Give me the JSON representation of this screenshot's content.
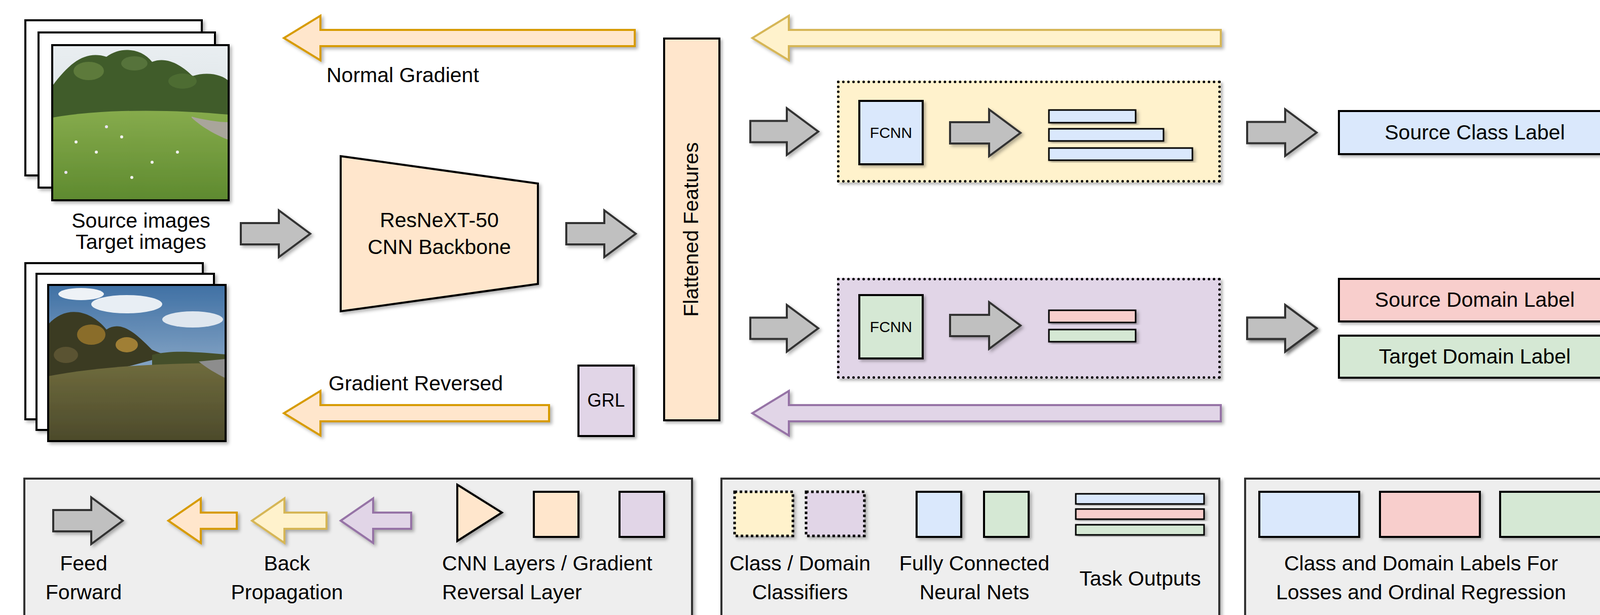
{
  "diagram": {
    "nodes": [
      {
        "text": [
          "Source images",
          "Target images"
        ]
      },
      {
        "text": [
          "ResNeXT-50 CNN Backbone"
        ]
      },
      {
        "text": [
          "GRL"
        ]
      },
      {
        "text": [
          "Flattened Features"
        ]
      },
      {
        "text": []
      },
      {
        "text": [
          "FCNN"
        ],
        "in": 4
      },
      {
        "text": []
      },
      {
        "text": [
          "FCNN"
        ],
        "in": 6
      },
      {
        "text": [
          "Source Class Label"
        ]
      },
      {
        "text": [
          "Source Domain Label"
        ]
      },
      {
        "text": [
          "Target Domain Label"
        ]
      }
    ],
    "edges": [
      {
        "from": 0,
        "to": 1,
        "arrow": "to"
      },
      {
        "from": 1,
        "to": 3,
        "arrow": "to"
      },
      {
        "from": 3,
        "to": 4,
        "arrow": "to"
      },
      {
        "from": 3,
        "to": 6,
        "arrow": "to"
      },
      {
        "from": 4,
        "to": 8,
        "arrow": "to"
      },
      {
        "from": 6,
        "to": 9,
        "arrow": "to"
      },
      {
        "from": 6,
        "to": 10,
        "arrow": "to"
      },
      {
        "from": 4,
        "to": 3,
        "arrow": "to"
      },
      {
        "from": 3,
        "to": 0,
        "label": "Normal Gradient",
        "arrow": "to"
      },
      {
        "from": 6,
        "to": 3,
        "arrow": "to"
      },
      {
        "from": 2,
        "to": 0,
        "label": "Gradient Reversed",
        "arrow": "to"
      }
    ],
    "legend": [
      {
        "text": "Feed Forward"
      },
      {
        "text": "Back Propagation"
      },
      {
        "text": "CNN Layers / Gradient Reversal Layer",
        "color": "#ffe6cc"
      },
      {
        "text": "Class / Domain Classifiers"
      },
      {
        "text": "Fully Connected Neural Nets",
        "color": "#dae8fc"
      },
      {
        "text": "Task Outputs"
      },
      {
        "text": "Class and Domain Labels For Losses and Ordinal Regression",
        "color": "#dae8fc"
      }
    ]
  }
}
